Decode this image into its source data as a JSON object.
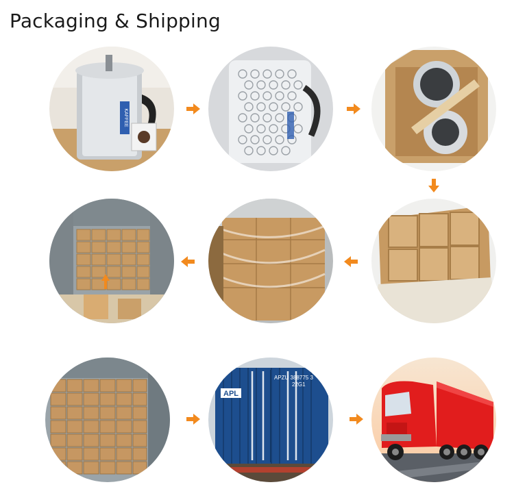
{
  "header": {
    "title": "Packaging & Shipping"
  },
  "steps": [
    {
      "name": "stainless-french-press",
      "brand": "KAFFEE"
    },
    {
      "name": "bubble-wrapped-press"
    },
    {
      "name": "boxed-with-cardboard-insert"
    },
    {
      "name": "inner-cartons-in-master-box"
    },
    {
      "name": "stretch-wrapped-pallet"
    },
    {
      "name": "container-interior-loaded"
    },
    {
      "name": "container-fully-stacked"
    },
    {
      "name": "blue-shipping-container",
      "brand": "APL",
      "container_no": "APZU 388775 3",
      "type_code": "22G1"
    },
    {
      "name": "red-cargo-truck"
    }
  ],
  "colors": {
    "arrow": "#f28a1e",
    "carton": "#c79a62",
    "container_blue": "#1d4e8e",
    "truck_red": "#e11d1d"
  }
}
